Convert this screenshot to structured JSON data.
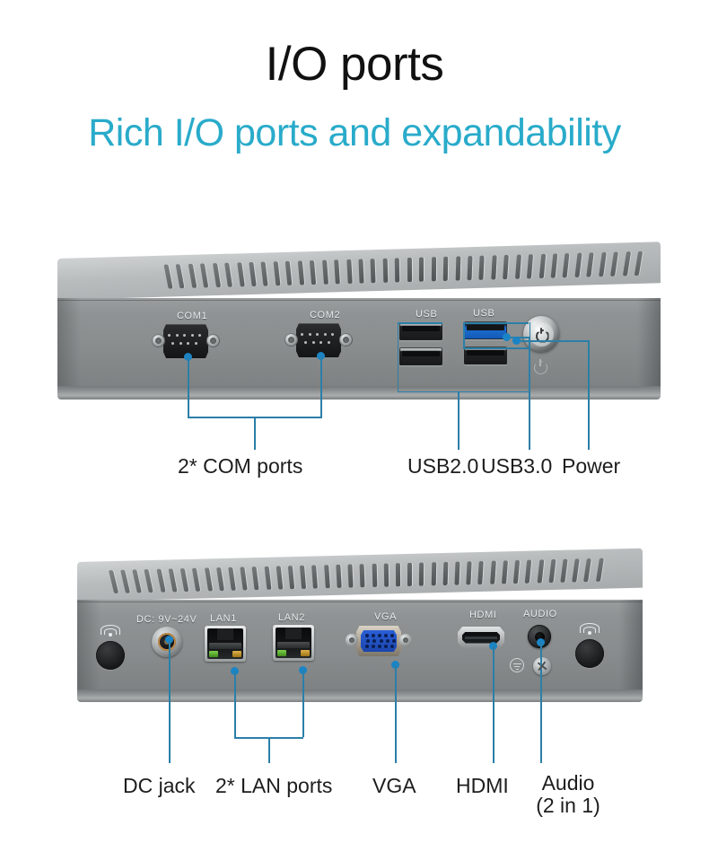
{
  "header": {
    "title": "I/O ports",
    "subtitle": "Rich I/O ports and expandability",
    "subtitle_color": "#29abca"
  },
  "accent_color": "#2b7fa8",
  "panels": [
    {
      "id": "front-panel",
      "silk_labels": [
        "COM1",
        "COM2",
        "USB",
        "USB"
      ],
      "ports": [
        {
          "name": "COM1",
          "type": "db9-serial",
          "silk": "COM1"
        },
        {
          "name": "COM2",
          "type": "db9-serial",
          "silk": "COM2"
        },
        {
          "name": "usb20-top-left",
          "type": "usb-2.0",
          "silk": "USB"
        },
        {
          "name": "usb20-bottom-left",
          "type": "usb-2.0",
          "silk": ""
        },
        {
          "name": "usb20-bottom-right",
          "type": "usb-2.0",
          "silk": ""
        },
        {
          "name": "usb30",
          "type": "usb-3.0",
          "silk": "USB"
        },
        {
          "name": "power-button",
          "type": "button",
          "silk": ""
        }
      ],
      "callouts": [
        {
          "label": "2* COM ports"
        },
        {
          "label": "USB2.0"
        },
        {
          "label": "USB3.0"
        },
        {
          "label": "Power"
        }
      ]
    },
    {
      "id": "rear-panel",
      "silk_labels": [
        "DC: 9V~24V",
        "LAN1",
        "LAN2",
        "VGA",
        "HDMI",
        "AUDIO"
      ],
      "ports": [
        {
          "name": "antenna-hole-left",
          "type": "antenna",
          "silk": ""
        },
        {
          "name": "dc-jack",
          "type": "dc-power",
          "silk": "DC: 9V~24V"
        },
        {
          "name": "LAN1",
          "type": "rj45",
          "silk": "LAN1"
        },
        {
          "name": "LAN2",
          "type": "rj45",
          "silk": "LAN2"
        },
        {
          "name": "VGA",
          "type": "vga-db15",
          "silk": "VGA"
        },
        {
          "name": "HDMI",
          "type": "hdmi",
          "silk": "HDMI"
        },
        {
          "name": "AUDIO",
          "type": "audio-jack",
          "silk": "AUDIO"
        },
        {
          "name": "antenna-hole-right",
          "type": "antenna",
          "silk": ""
        }
      ],
      "callouts": [
        {
          "label": "DC jack"
        },
        {
          "label": "2* LAN ports"
        },
        {
          "label": "VGA"
        },
        {
          "label": "HDMI"
        },
        {
          "label": "Audio",
          "label2": "(2 in 1)"
        }
      ]
    }
  ]
}
